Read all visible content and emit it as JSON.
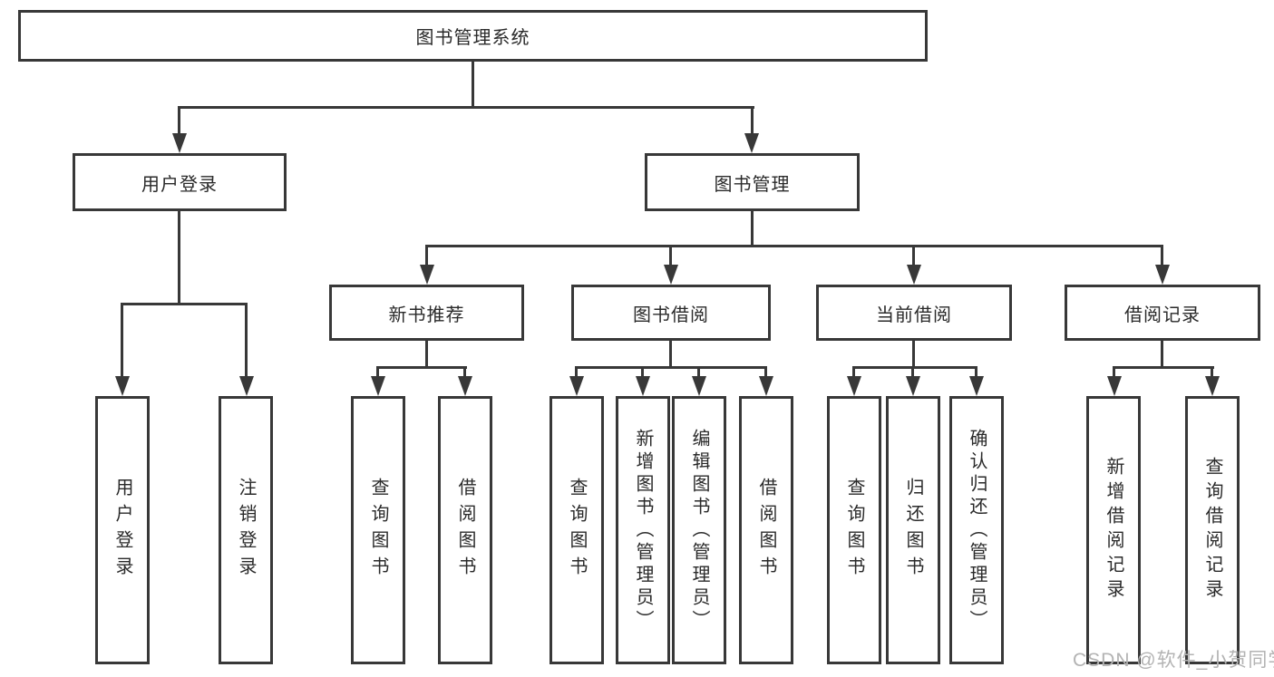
{
  "diagram": {
    "root": "图书管理系统",
    "level2": {
      "user_login": "用户登录",
      "book_management": "图书管理"
    },
    "level3": {
      "new_book_recommend": "新书推荐",
      "book_borrowing": "图书借阅",
      "current_borrowing": "当前借阅",
      "borrowing_records": "借阅记录"
    },
    "leaves": {
      "user_login": "用户登录",
      "logout": "注销登录",
      "rec_query_books": "查询图书",
      "rec_borrow_books": "借阅图书",
      "bb_query_books": "查询图书",
      "bb_add_books": "新增图书（管理员）",
      "bb_edit_books": "编辑图书（管理员）",
      "bb_borrow_books": "借阅图书",
      "cb_query_books": "查询图书",
      "cb_return_books": "归还图书",
      "cb_confirm_return": "确认归还（管理员）",
      "br_add_record": "新增借阅记录",
      "br_query_record": "查询借阅记录"
    },
    "watermark": "CSDN @软件_小贺同学",
    "colors": {
      "line": "#383838",
      "text": "#2a2a2a",
      "watermark": "#b3b3b3",
      "background": "#ffffff"
    }
  }
}
